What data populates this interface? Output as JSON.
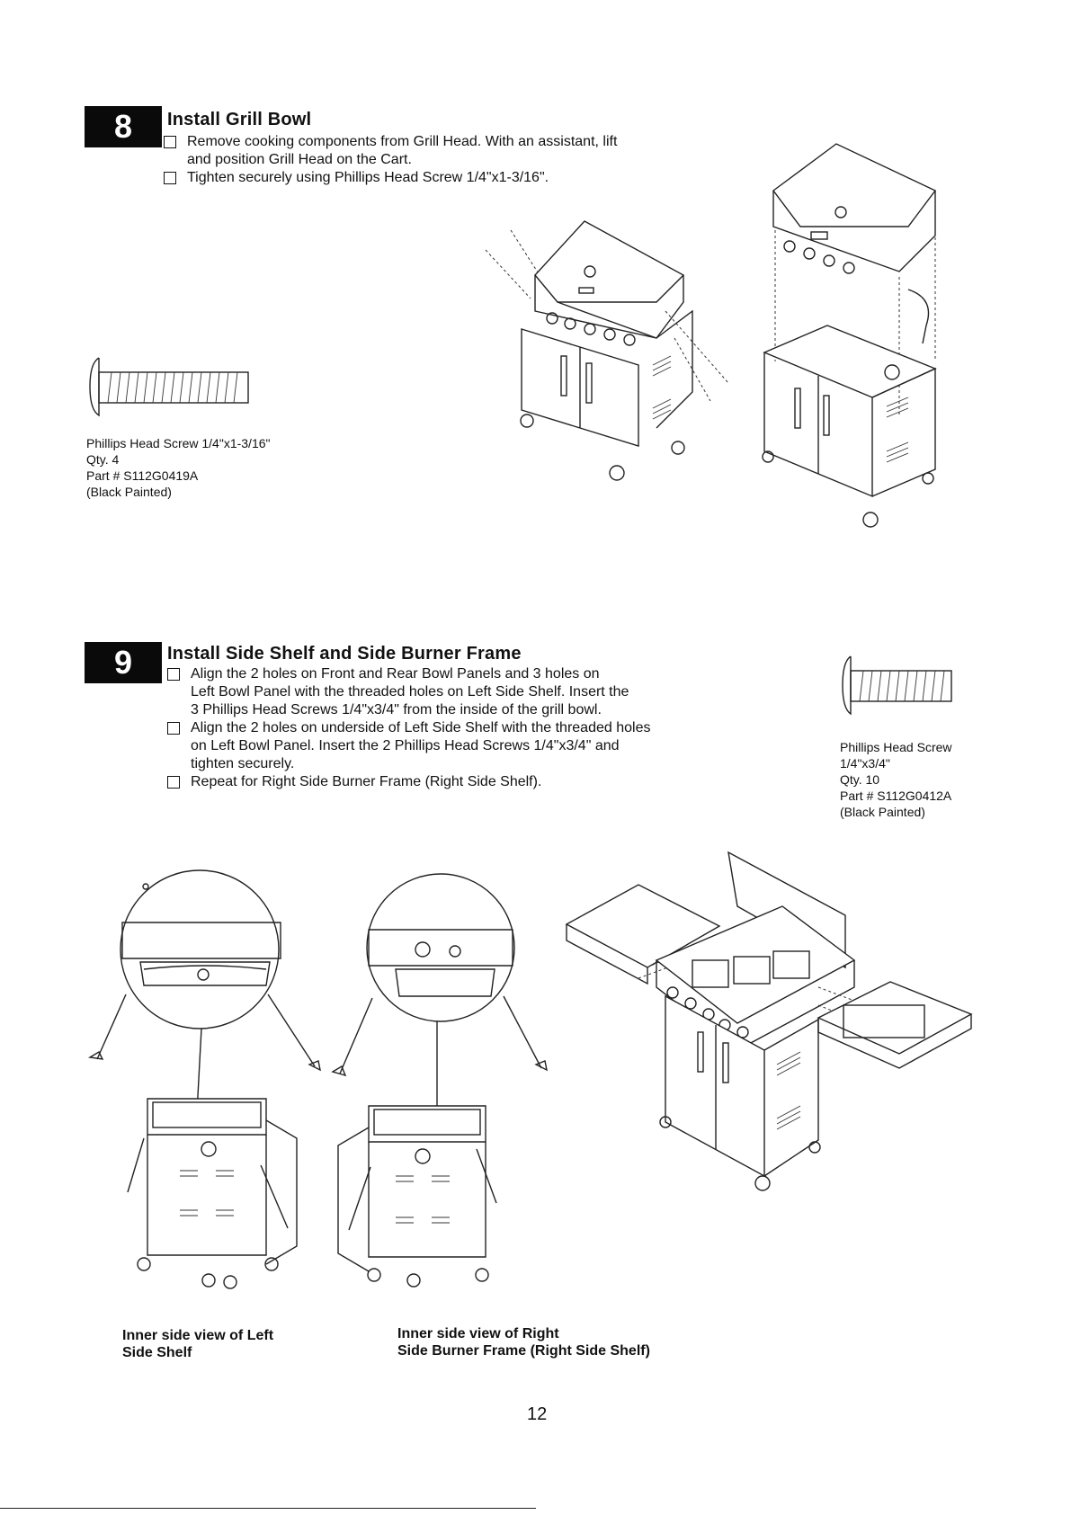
{
  "step8": {
    "number": "8",
    "title": "Install Grill Bowl",
    "instructions": [
      {
        "line1": "Remove cooking components from Grill Head. With an assistant, lift",
        "line2": "and position Grill Head on the Cart."
      },
      {
        "line1": "Tighten securely using Phillips Head Screw 1/4\"x1-3/16\".",
        "line2": ""
      }
    ],
    "part": {
      "name": "Phillips Head Screw 1/4\"x1-3/16\"",
      "qty": "Qty. 4",
      "part_no": "Part # S112G0419A",
      "finish": "(Black Painted)"
    }
  },
  "step9": {
    "number": "9",
    "title": "Install Side Shelf and Side Burner Frame",
    "instructions": [
      {
        "lines": [
          "Align the 2 holes on Front and Rear Bowl Panels and 3 holes on",
          "Left Bowl Panel with the threaded holes on Left Side Shelf. Insert the",
          "3 Phillips Head Screws 1/4\"x3/4\" from the inside of the grill bowl."
        ]
      },
      {
        "lines": [
          "Align the 2 holes on underside of Left Side Shelf with the threaded holes",
          "on Left Bowl Panel. Insert the 2 Phillips Head Screws 1/4\"x3/4\" and",
          "tighten securely."
        ]
      },
      {
        "lines": [
          "Repeat for Right Side Burner Frame (Right Side Shelf)."
        ]
      }
    ],
    "part": {
      "name_line1": "Phillips Head Screw",
      "name_line2": "1/4\"x3/4\"",
      "qty": "Qty. 10",
      "part_no": "Part # S112G0412A",
      "finish": "(Black Painted)"
    },
    "captions": {
      "left_line1": "Inner side view of Left",
      "left_line2": "Side Shelf",
      "right_line1": "Inner side view of Right",
      "right_line2": "Side Burner Frame (Right Side Shelf)"
    }
  },
  "page_number": "12"
}
